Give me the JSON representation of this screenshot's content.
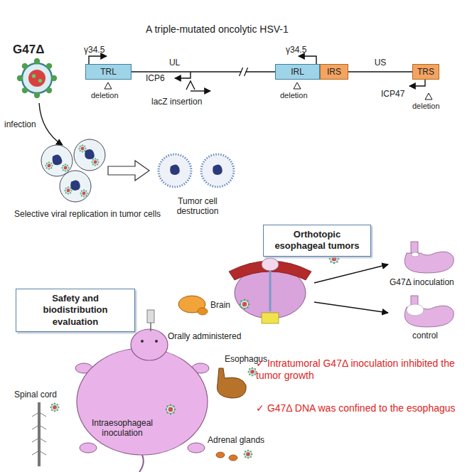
{
  "diagram": {
    "nodes": [
      {
        "text": [
          "TRL"
        ]
      },
      {
        "text": [
          "IRL"
        ]
      },
      {
        "text": [
          "IRS"
        ]
      },
      {
        "text": [
          "TRS"
        ]
      },
      {
        "text": [
          "Orthotopic esophageal tumors"
        ]
      },
      {
        "text": [
          "Safety and biodistribution evaluation"
        ]
      }
    ],
    "edges": [
      {
        "from": 0,
        "to": 1,
        "arrow": "none",
        "label": "UL"
      },
      {
        "from": 2,
        "to": 3,
        "arrow": "none",
        "label": "US"
      }
    ],
    "labels": [
      "G47Δ",
      "A triple-mutated oncolytic HSV-1",
      "γ34.5",
      "ICP6",
      "lacZ insertion",
      "γ34.5",
      "deletion",
      "deletion",
      "ICP47",
      "deletion",
      "infection",
      "Selective viral replication in tumor cells",
      "Tumor cell destruction",
      "G47Δ inoculation",
      "control",
      "Brain",
      "Orally administered",
      "Esophagus",
      "Spinal cord",
      "Intraesophageal inoculation",
      "Adrenal glands",
      "✓ Intratumoral G47Δ inoculation inhibited the tumor growth",
      "✓ G47Δ DNA was confined to the esophagus"
    ]
  }
}
